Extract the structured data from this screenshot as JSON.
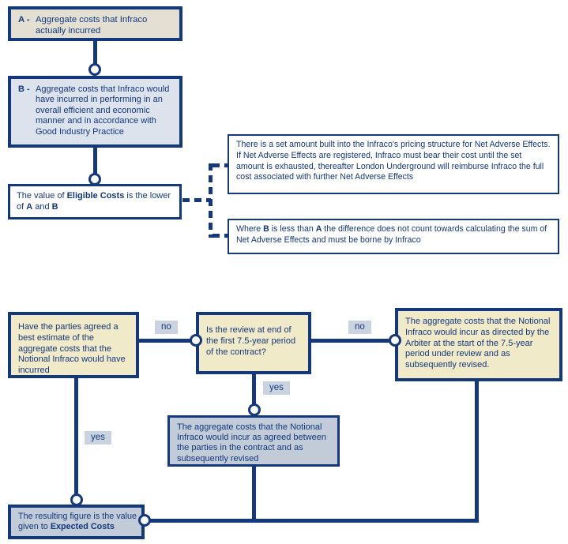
{
  "palette": {
    "navy": "#14387c",
    "boxa": "#e3dfd2",
    "boxb": "#dce3ec",
    "cream": "#f1eac9",
    "steel": "#c2cbd8",
    "tag": "#cad3e0"
  },
  "top": {
    "box_a": {
      "label": "A -",
      "text": "Aggregate costs that Infraco actually incurred"
    },
    "box_b": {
      "label": "B -",
      "text": "Aggregate costs that Infraco would have incurred in performing in an overall efficient and economic manner and in accordance with Good Industry Practice"
    },
    "eligible": {
      "t1": "The value of ",
      "b1": "Eligible Costs",
      "t2": " is the lower of ",
      "b2": "A",
      "t3": " and ",
      "b3": "B"
    },
    "note1": "There is a set amount built into the Infraco's pricing structure for Net Adverse Effects. If Net Adverse Effects are registered, Infraco must bear their cost until the set amount is exhausted, thereafter London Underground will reimburse Infraco the full cost associated with further Net Adverse Effects",
    "note2": {
      "t1": "Where ",
      "b1": "B",
      "t2": " is less than ",
      "b2": "A",
      "t3": " the difference does not count towards calculating the sum of Net Adverse Effects and must be borne by Infraco"
    }
  },
  "bottom": {
    "question1": "Have the parties agreed a best estimate of the aggregate costs that the Notional Infraco would have incurred",
    "question2": "Is the review at end of the first 7.5-year period of the contract?",
    "arbiter": "The aggregate costs that the Notional Infraco would incur as directed by the Arbiter at the start of the 7.5-year period under review and as subsequently revised.",
    "agreed": "The aggregate costs that the Notional Infraco would incur as agreed between the parties in the contract and as subsequently revised",
    "result": {
      "t1": "The resulting figure is the value given to ",
      "b1": "Expected Costs"
    },
    "labels": {
      "no1": "no",
      "no2": "no",
      "yes1": "yes",
      "yes2": "yes"
    }
  }
}
